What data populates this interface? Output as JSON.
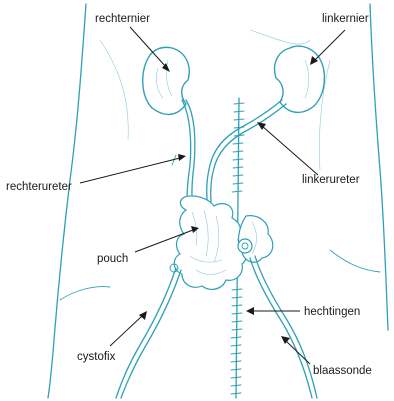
{
  "labels": {
    "rechternier": "rechternier",
    "linkernier": "linkernier",
    "rechterureter": "rechterureter",
    "linkerureter": "linkerureter",
    "pouch": "pouch",
    "hechtingen": "hechtingen",
    "cystofix": "cystofix",
    "blaassonde": "blaassonde"
  }
}
